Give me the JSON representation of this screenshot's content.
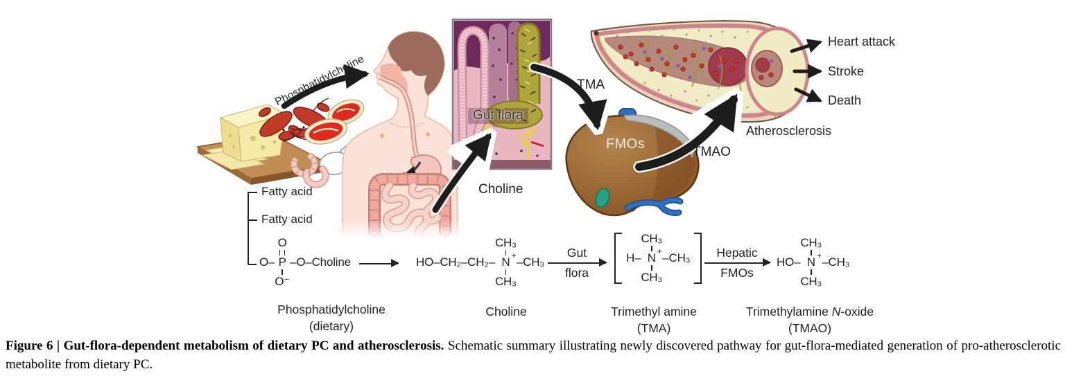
{
  "pathway": {
    "dietary_arrow": "Phosphatidylcholine",
    "gut_flora": "Gut flora",
    "choline": "Choline",
    "tma": "TMA",
    "fmos": "FMOs",
    "tmao": "TMAO",
    "atherosclerosis": "Atherosclerosis",
    "outcomes": [
      "Heart attack",
      "Stroke",
      "Death"
    ]
  },
  "scheme": {
    "pc": {
      "fatty_acid_1": "Fatty acid",
      "fatty_acid_2": "Fatty acid",
      "o_top": "O",
      "chain_left": "O–",
      "p_atom": "P",
      "chain_right": "–O–Choline",
      "o_bottom": "O⁻",
      "name": "Phosphatidylcholine",
      "qualifier": "(dietary)"
    },
    "choline": {
      "chain_left": "HO–CH₂–CH₂–",
      "ch3_top": "CH₃",
      "n_atom": "N",
      "charge": "+",
      "ch3_right": "–CH₃",
      "ch3_bottom": "CH₃",
      "name": "Choline"
    },
    "arrow_gut": {
      "top": "Gut",
      "bottom": "flora"
    },
    "tma": {
      "chain_left": "H–",
      "ch3_top": "CH₃",
      "n_atom": "N",
      "charge": "+",
      "ch3_right": "–CH₃",
      "ch3_bottom": "CH₃",
      "name": "Trimethyl amine",
      "qualifier": "(TMA)"
    },
    "arrow_hepatic": {
      "top": "Hepatic",
      "bottom": "FMOs"
    },
    "tmao": {
      "chain_left": "HO–",
      "ch3_top": "CH₃",
      "n_atom": "N",
      "charge": "+",
      "ch3_right": "–CH₃",
      "ch3_bottom": "CH₃",
      "name_prefix": "Trimethylamine ",
      "name_italic": "N",
      "name_suffix": "-oxide",
      "qualifier": "(TMAO)"
    }
  },
  "caption": {
    "heading": "Figure 6 | Gut-flora-dependent metabolism of dietary PC and atherosclerosis.",
    "body": "Schematic summary illustrating newly discovered pathway for gut-flora-mediated generation of pro-atherosclerotic metabolite from dietary PC."
  },
  "colors": {
    "arrow_black": "#1d1d1b",
    "text": "#231f20",
    "skin_pink": "#fbe3da",
    "gut_panel_pink": "#ecbac3",
    "gut_panel_purple": "#6e2a5e",
    "bacteria_olive": "#aea63c",
    "liver_brown": "#96622f",
    "liver_label": "#ebe9e4",
    "vein_blue": "#2e6fc0",
    "gallbladder_teal": "#27a285",
    "artery_wall": "#ecd2b6",
    "artery_plaque": "#f2ecc6",
    "blood_red": "#cf3a28"
  }
}
